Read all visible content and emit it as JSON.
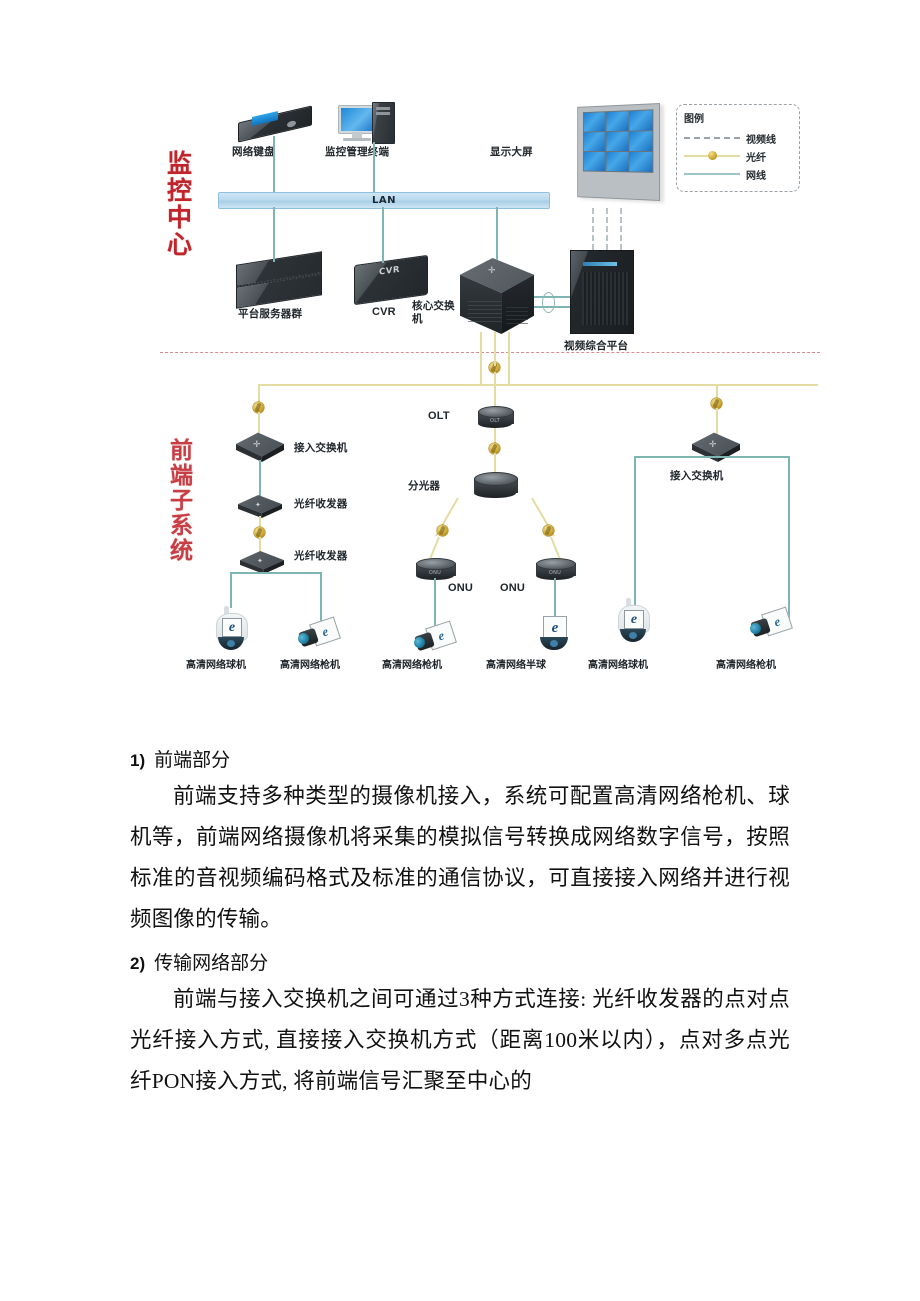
{
  "diagram": {
    "section_labels": {
      "monitoring_center": "监控中心",
      "front_end_subsystem": "前端子系统"
    },
    "bus": {
      "lan": "LAN"
    },
    "legend": {
      "title": "图例",
      "items": [
        {
          "label": "视频线",
          "style": "dashed",
          "color": "#9aa2a8"
        },
        {
          "label": "光纤",
          "style": "fiber",
          "color": "#e4dca2"
        },
        {
          "label": "网线",
          "style": "solid",
          "color": "#9fc6c4"
        }
      ]
    },
    "center_nodes": {
      "keyboard": "网络键盘",
      "workstation": "监控管理终端",
      "video_wall": "显示大屏",
      "server_group": "平台服务器群",
      "cvr": "CVR",
      "cvr_badge": "CVR",
      "core_switch": "核心交换机",
      "video_platform": "视频综合平台"
    },
    "front_nodes": {
      "access_switch_left": "接入交换机",
      "transceiver_upper": "光纤收发器",
      "transceiver_lower": "光纤收发器",
      "olt": "OLT",
      "olt_badge": "OLT",
      "splitter": "分光器",
      "onu_left": "ONU",
      "onu_right": "ONU",
      "onu_badge": "ONU",
      "access_switch_right": "接入交换机"
    },
    "cameras": [
      {
        "label": "高清网络球机",
        "type": "dome"
      },
      {
        "label": "高清网络枪机",
        "type": "bullet"
      },
      {
        "label": "高清网络枪机",
        "type": "bullet"
      },
      {
        "label": "高清网络半球",
        "type": "halfball"
      },
      {
        "label": "高清网络球机",
        "type": "dome"
      },
      {
        "label": "高清网络枪机",
        "type": "bullet"
      }
    ],
    "colors": {
      "section_label": "#c0252b",
      "divider": "#d98a93",
      "lan_bus": "#b9daef",
      "fiber": "#e4dca2",
      "network_cable": "#7fb6b4",
      "video_cable": "#b9c2c7",
      "screen_blue": "#1f7fd0"
    }
  },
  "article": {
    "sections": [
      {
        "number": "1)",
        "heading": "前端部分",
        "body": "前端支持多种类型的摄像机接入，系统可配置高清网络枪机、球机等，前端网络摄像机将采集的模拟信号转换成网络数字信号，按照标准的音视频编码格式及标准的通信协议，可直接接入网络并进行视频图像的传输。"
      },
      {
        "number": "2)",
        "heading": "传输网络部分",
        "body": "前端与接入交换机之间可通过3种方式连接: 光纤收发器的点对点光纤接入方式, 直接接入交换机方式（距离100米以内），点对多点光纤PON接入方式, 将前端信号汇聚至中心的"
      }
    ]
  }
}
